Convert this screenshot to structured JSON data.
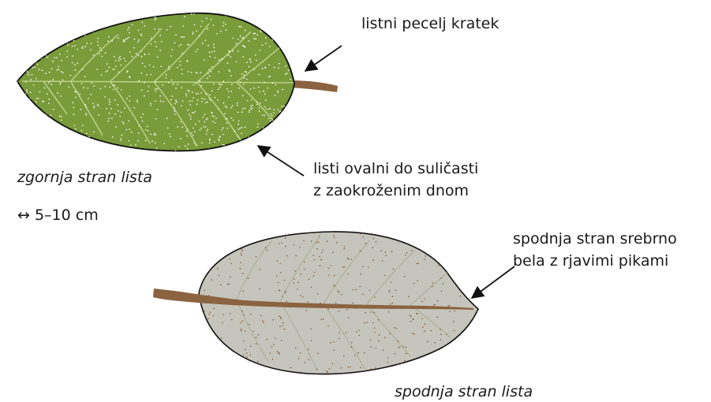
{
  "colors": {
    "upper_leaf_fill": "#7a9b3a",
    "upper_leaf_veins": "#b9cf86",
    "upper_leaf_dots": "#f2f2e6",
    "lower_leaf_fill": "#c5c5bd",
    "lower_leaf_veins": "#adb39b",
    "lower_leaf_dots": "#8a5a33",
    "petiole": "#8b6340",
    "outline": "#111111",
    "text": "#1a1a1a"
  },
  "labels": {
    "petiole": "listni pecelj kratek",
    "shape_line1": "listi ovalni do suličasti",
    "shape_line2": "z zaokroženim dnom",
    "upper_side": "zgornja stran lista",
    "size": "↔ 5–10 cm",
    "underside_line1": "spodnja stran srebrno",
    "underside_line2": "bela z rjavimi pikami",
    "lower_side": "spodnja stran lista"
  },
  "figures": {
    "upper_leaf": {
      "name": "zgornja stran lista",
      "icon": "green-leaf"
    },
    "lower_leaf": {
      "name": "spodnja stran lista",
      "icon": "silver-leaf"
    }
  }
}
